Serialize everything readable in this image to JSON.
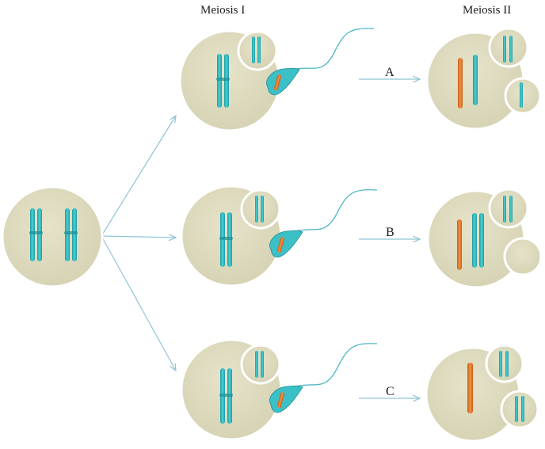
{
  "headers": {
    "meiosis_1": "Meiosis I",
    "meiosis_2": "Meiosis II"
  },
  "arrow_labels": {
    "a": "A",
    "b": "B",
    "c": "C"
  },
  "colors": {
    "cytoplasm": "#ddd9bd",
    "cell_outline": "#ffffff",
    "chromosome": "#2fb9bf",
    "chromosome_dark": "#1c8e95",
    "chromosome_orange": "#e8782a",
    "arrow": "#8fc4d6"
  }
}
